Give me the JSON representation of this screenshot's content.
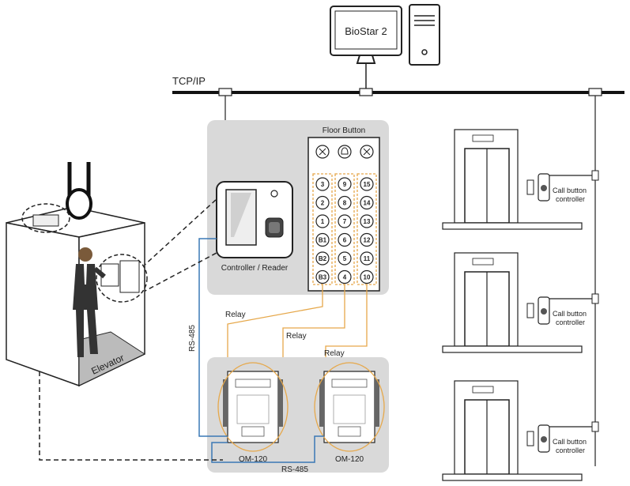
{
  "server": {
    "label": "BioStar 2"
  },
  "network": {
    "label": "TCP/IP"
  },
  "floor_panel": {
    "title": "Floor Button",
    "columns": [
      [
        "3",
        "2",
        "1",
        "B1",
        "B2",
        "B3"
      ],
      [
        "9",
        "8",
        "7",
        "6",
        "5",
        "4"
      ],
      [
        "15",
        "14",
        "13",
        "12",
        "11",
        "10"
      ]
    ]
  },
  "reader": {
    "label": "Controller / Reader"
  },
  "links": {
    "relay_1": "Relay",
    "relay_2": "Relay",
    "relay_3": "Relay",
    "rs485_vertical": "RS-485",
    "rs485_bottom": "RS-485"
  },
  "modules": [
    {
      "label": "OM-120"
    },
    {
      "label": "OM-120"
    }
  ],
  "elevator": {
    "label": "Elevator"
  },
  "floors": [
    {
      "call_label_line1": "Call button",
      "call_label_line2": "controller"
    },
    {
      "call_label_line1": "Call button",
      "call_label_line2": "controller"
    },
    {
      "call_label_line1": "Call button",
      "call_label_line2": "controller"
    }
  ],
  "colors": {
    "relay_wire": "#e6a84b",
    "rs485_wire": "#3a78b5",
    "panel_bg": "#d9d9d9"
  }
}
